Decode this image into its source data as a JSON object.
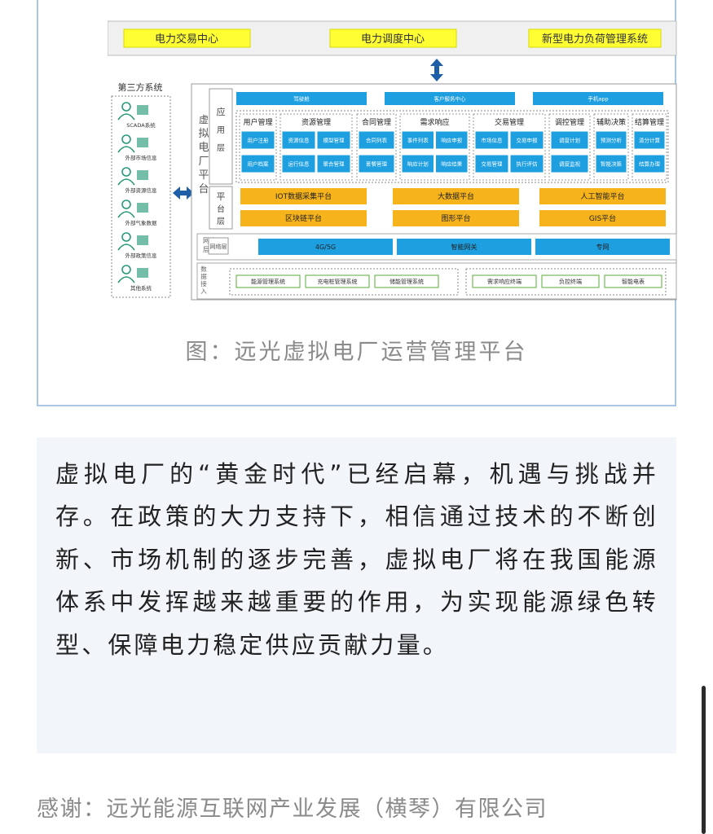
{
  "figure": {
    "top_bar": [
      "电力交易中心",
      "电力调度中心",
      "新型电力负荷管理系统"
    ],
    "third_party": {
      "title": "第三方系统",
      "items": [
        "SCADA系统",
        "外部市场信息",
        "外部资源信息",
        "外部气象数据",
        "外部政策信息",
        "其他系统"
      ]
    },
    "platform_label": "虚拟电厂平台",
    "app_layer": {
      "label": "应用层",
      "channels": [
        "驾驶舱",
        "客户服务中心",
        "手机app"
      ],
      "groups": [
        {
          "title": "用户管理",
          "items": [
            "用户注册",
            "用户档案"
          ]
        },
        {
          "title": "资源管理",
          "items": [
            "资源信息",
            "模型管理",
            "运行信息",
            "聚合管理"
          ]
        },
        {
          "title": "合同管理",
          "items": [
            "合同列表",
            "套餐管理"
          ]
        },
        {
          "title": "需求响应",
          "items": [
            "事件列表",
            "响应申报",
            "响应计划",
            "响应结果"
          ]
        },
        {
          "title": "交易管理",
          "items": [
            "市场信息",
            "交易申报",
            "交易管理",
            "执行评估"
          ]
        },
        {
          "title": "调控管理",
          "items": [
            "调度计划",
            "调度监视"
          ]
        },
        {
          "title": "辅助决策",
          "items": [
            "预测分析",
            "智能决策"
          ]
        },
        {
          "title": "结算管理",
          "items": [
            "清分计算",
            "结算办理"
          ]
        }
      ]
    },
    "platform_layer": {
      "label": "平台层",
      "items": [
        "IOT数据采集平台",
        "大数据平台",
        "人工智能平台",
        "区块链平台",
        "图形平台",
        "GIS平台"
      ]
    },
    "network_layer": {
      "label": "网络层",
      "items": [
        "4G/5G",
        "智能网关",
        "专网"
      ]
    },
    "data_layer": {
      "label": "数据接入",
      "items": [
        "能源管理系统",
        "充电桩管理系统",
        "储能管理系统",
        "需求响应终端",
        "负控终端",
        "智能电表"
      ]
    },
    "caption": "图：远光虚拟电厂运营管理平台"
  },
  "paragraph": "虚拟电厂的“黄金时代”已经启幕，机遇与挑战并存。在政策的大力支持下，相信通过技术的不断创新、市场机制的逐步完善，虚拟电厂将在我国能源体系中发挥越来越重要的作用，为实现能源绿色转型、保障电力稳定供应贡献力量。",
  "thanks": "感谢：远光能源互联网产业发展（横琴）有限公司",
  "colors": {
    "blue": "#1e9fe0",
    "orange": "#f6b31b",
    "yellow": "#ffff33",
    "green_border": "#5aab3a",
    "card_border": "#a9c6e6",
    "para_bg": "#f2f6fb"
  }
}
